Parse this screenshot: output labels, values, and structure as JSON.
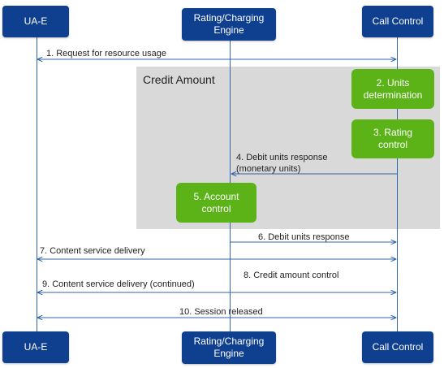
{
  "actors": {
    "uae": {
      "label": "UA-E"
    },
    "rce": {
      "line1": "Rating/Charging",
      "line2": "Engine"
    },
    "cc": {
      "label": "Call Control"
    }
  },
  "region": {
    "label": "Credit Amount"
  },
  "steps": {
    "units_determination": {
      "line1": "2. Units",
      "line2": "determination"
    },
    "rating_control": {
      "line1": "3. Rating",
      "line2": "control"
    },
    "account_control": {
      "line1": "5. Account",
      "line2": "control"
    }
  },
  "messages": {
    "m1": "1. Request for resource usage",
    "m4a": "4. Debit units response",
    "m4b": "(monetary units)",
    "m6": "6. Debit units response",
    "m7": "7. Content service delivery",
    "m8": "8. Credit amount control",
    "m9": "9. Content service delivery (continued)",
    "m10": "10. Session released"
  },
  "colors": {
    "actor": "#0f3f8f",
    "step": "#5bb318",
    "region": "#d9d9d9",
    "line": "#2f64a8"
  }
}
